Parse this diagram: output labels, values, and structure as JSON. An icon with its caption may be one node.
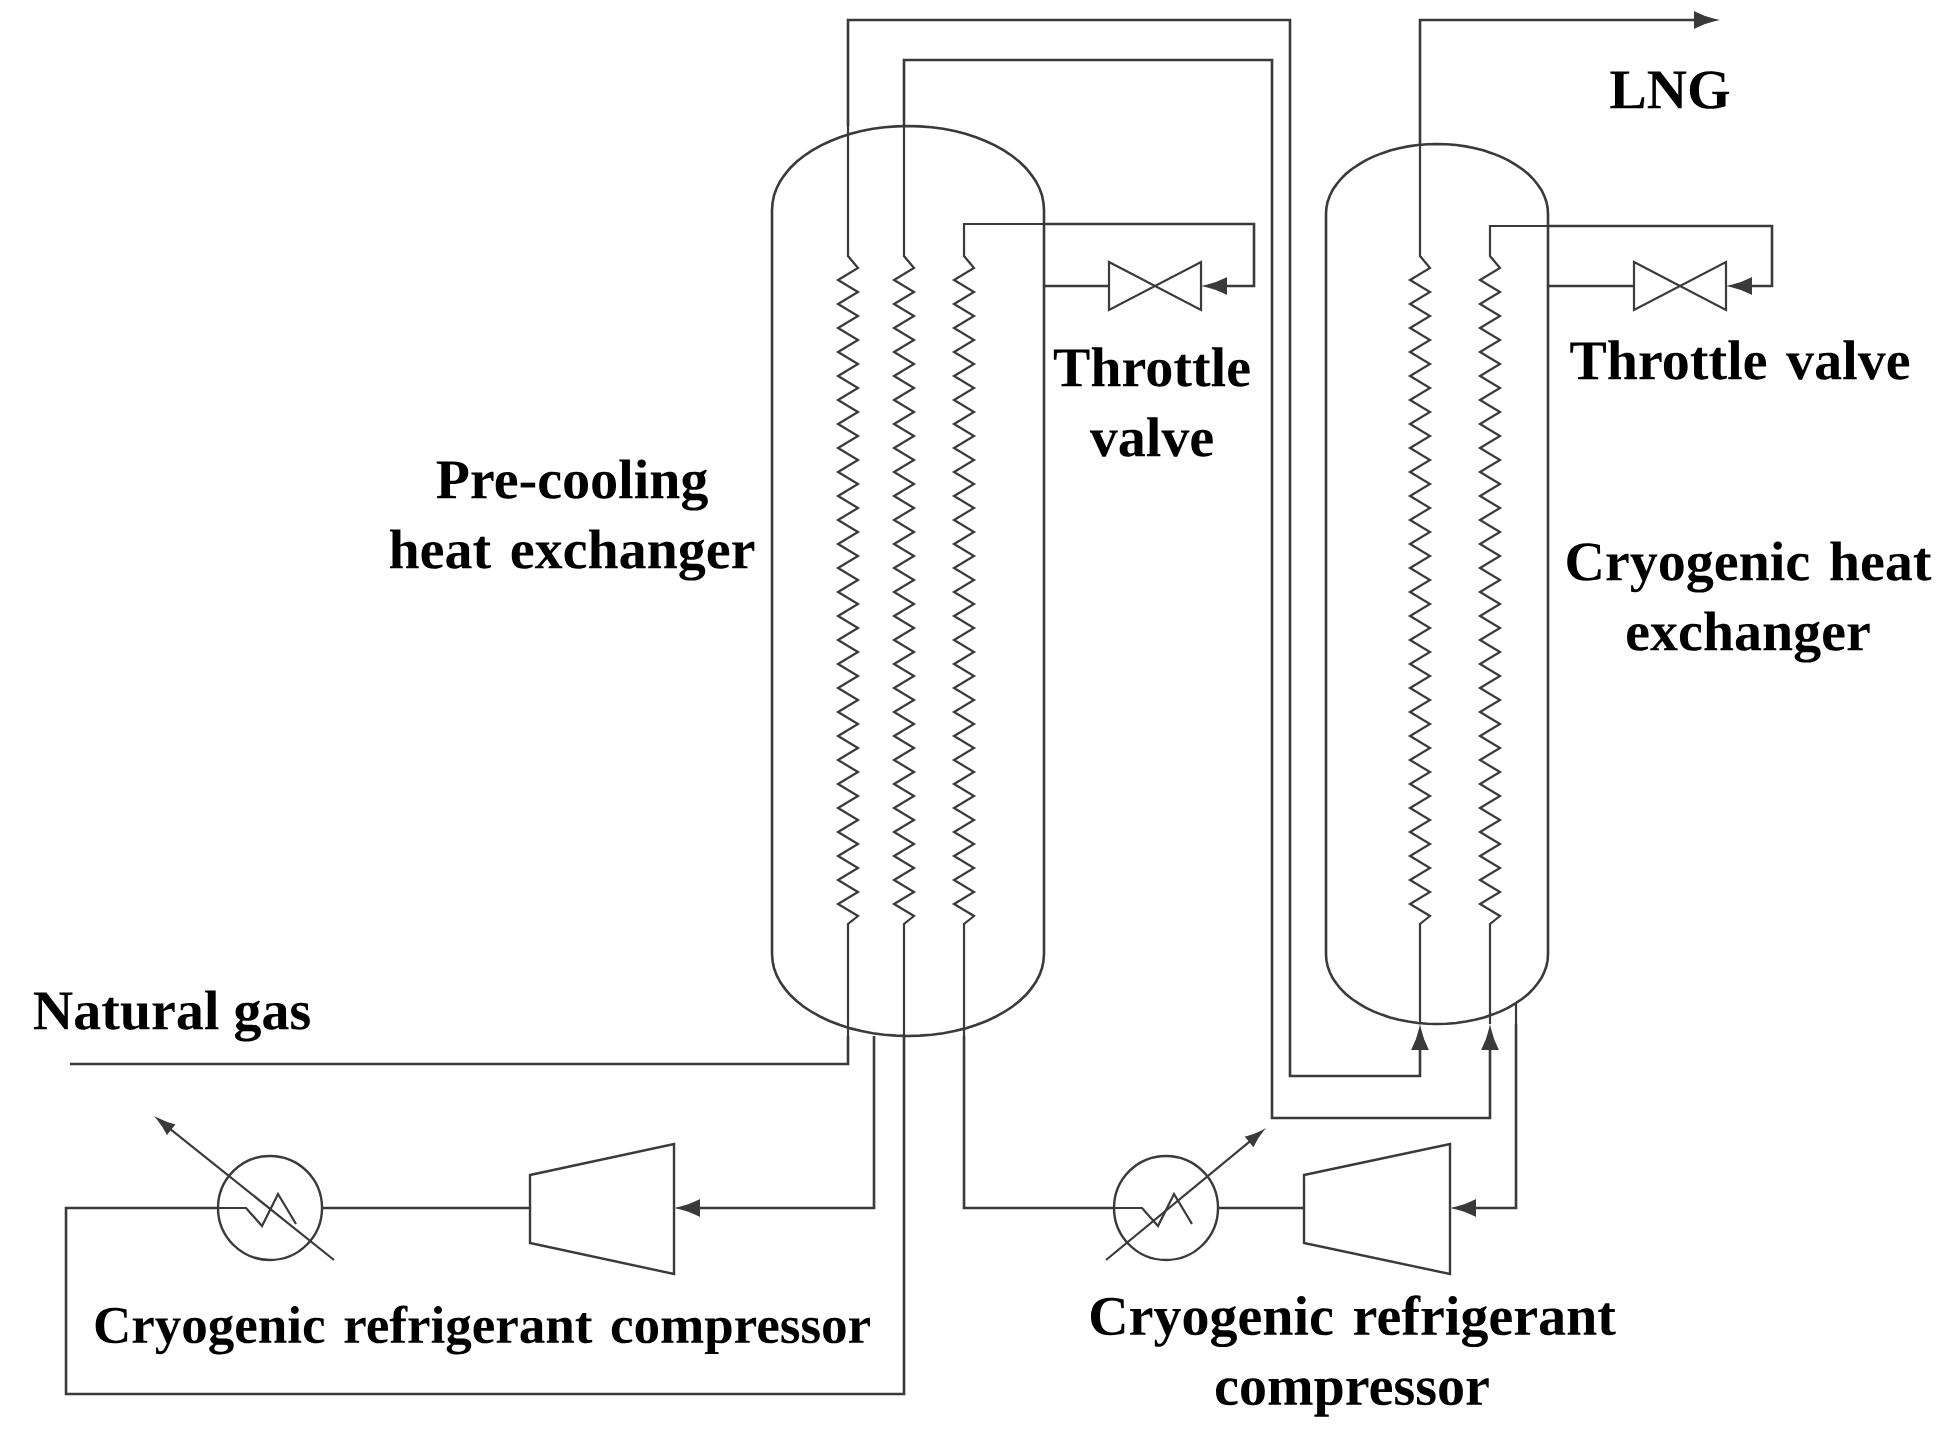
{
  "diagram": {
    "nodes": [
      {
        "text": [
          "Pre-cooling heat exchanger"
        ]
      },
      {
        "text": [
          "Throttle valve"
        ]
      },
      {
        "text": [
          "Cryogenic heat exchanger"
        ]
      },
      {
        "text": [
          "Throttle valve"
        ]
      },
      {
        "text": [],
        "shape": "circle"
      },
      {
        "text": [
          "Cryogenic refrigerant compressor"
        ]
      },
      {
        "text": [],
        "shape": "circle"
      },
      {
        "text": [
          "Cryogenic refrigerant compressor"
        ]
      }
    ],
    "edges": [
      {
        "from": null,
        "to": 0,
        "arrow": "none"
      },
      {
        "from": 0,
        "to": 2,
        "arrow": "to"
      },
      {
        "from": 0,
        "to": 2,
        "arrow": "to"
      },
      {
        "from": 2,
        "to": null,
        "arrow": "to"
      },
      {
        "from": 0,
        "to": 1,
        "arrow": "to"
      },
      {
        "from": 1,
        "to": 0,
        "arrow": "none"
      },
      {
        "from": 2,
        "to": 3,
        "arrow": "to"
      },
      {
        "from": 3,
        "to": 2,
        "arrow": "none"
      },
      {
        "from": 0,
        "to": 5,
        "arrow": "to"
      },
      {
        "from": 5,
        "to": 4,
        "arrow": "none"
      },
      {
        "from": 4,
        "to": 0,
        "arrow": "none"
      },
      {
        "from": 2,
        "to": 7,
        "arrow": "to"
      },
      {
        "from": 7,
        "to": 6,
        "arrow": "none"
      },
      {
        "from": 6,
        "to": 0,
        "arrow": "none"
      }
    ],
    "labels": [
      "LNG",
      "Natural gas"
    ]
  }
}
